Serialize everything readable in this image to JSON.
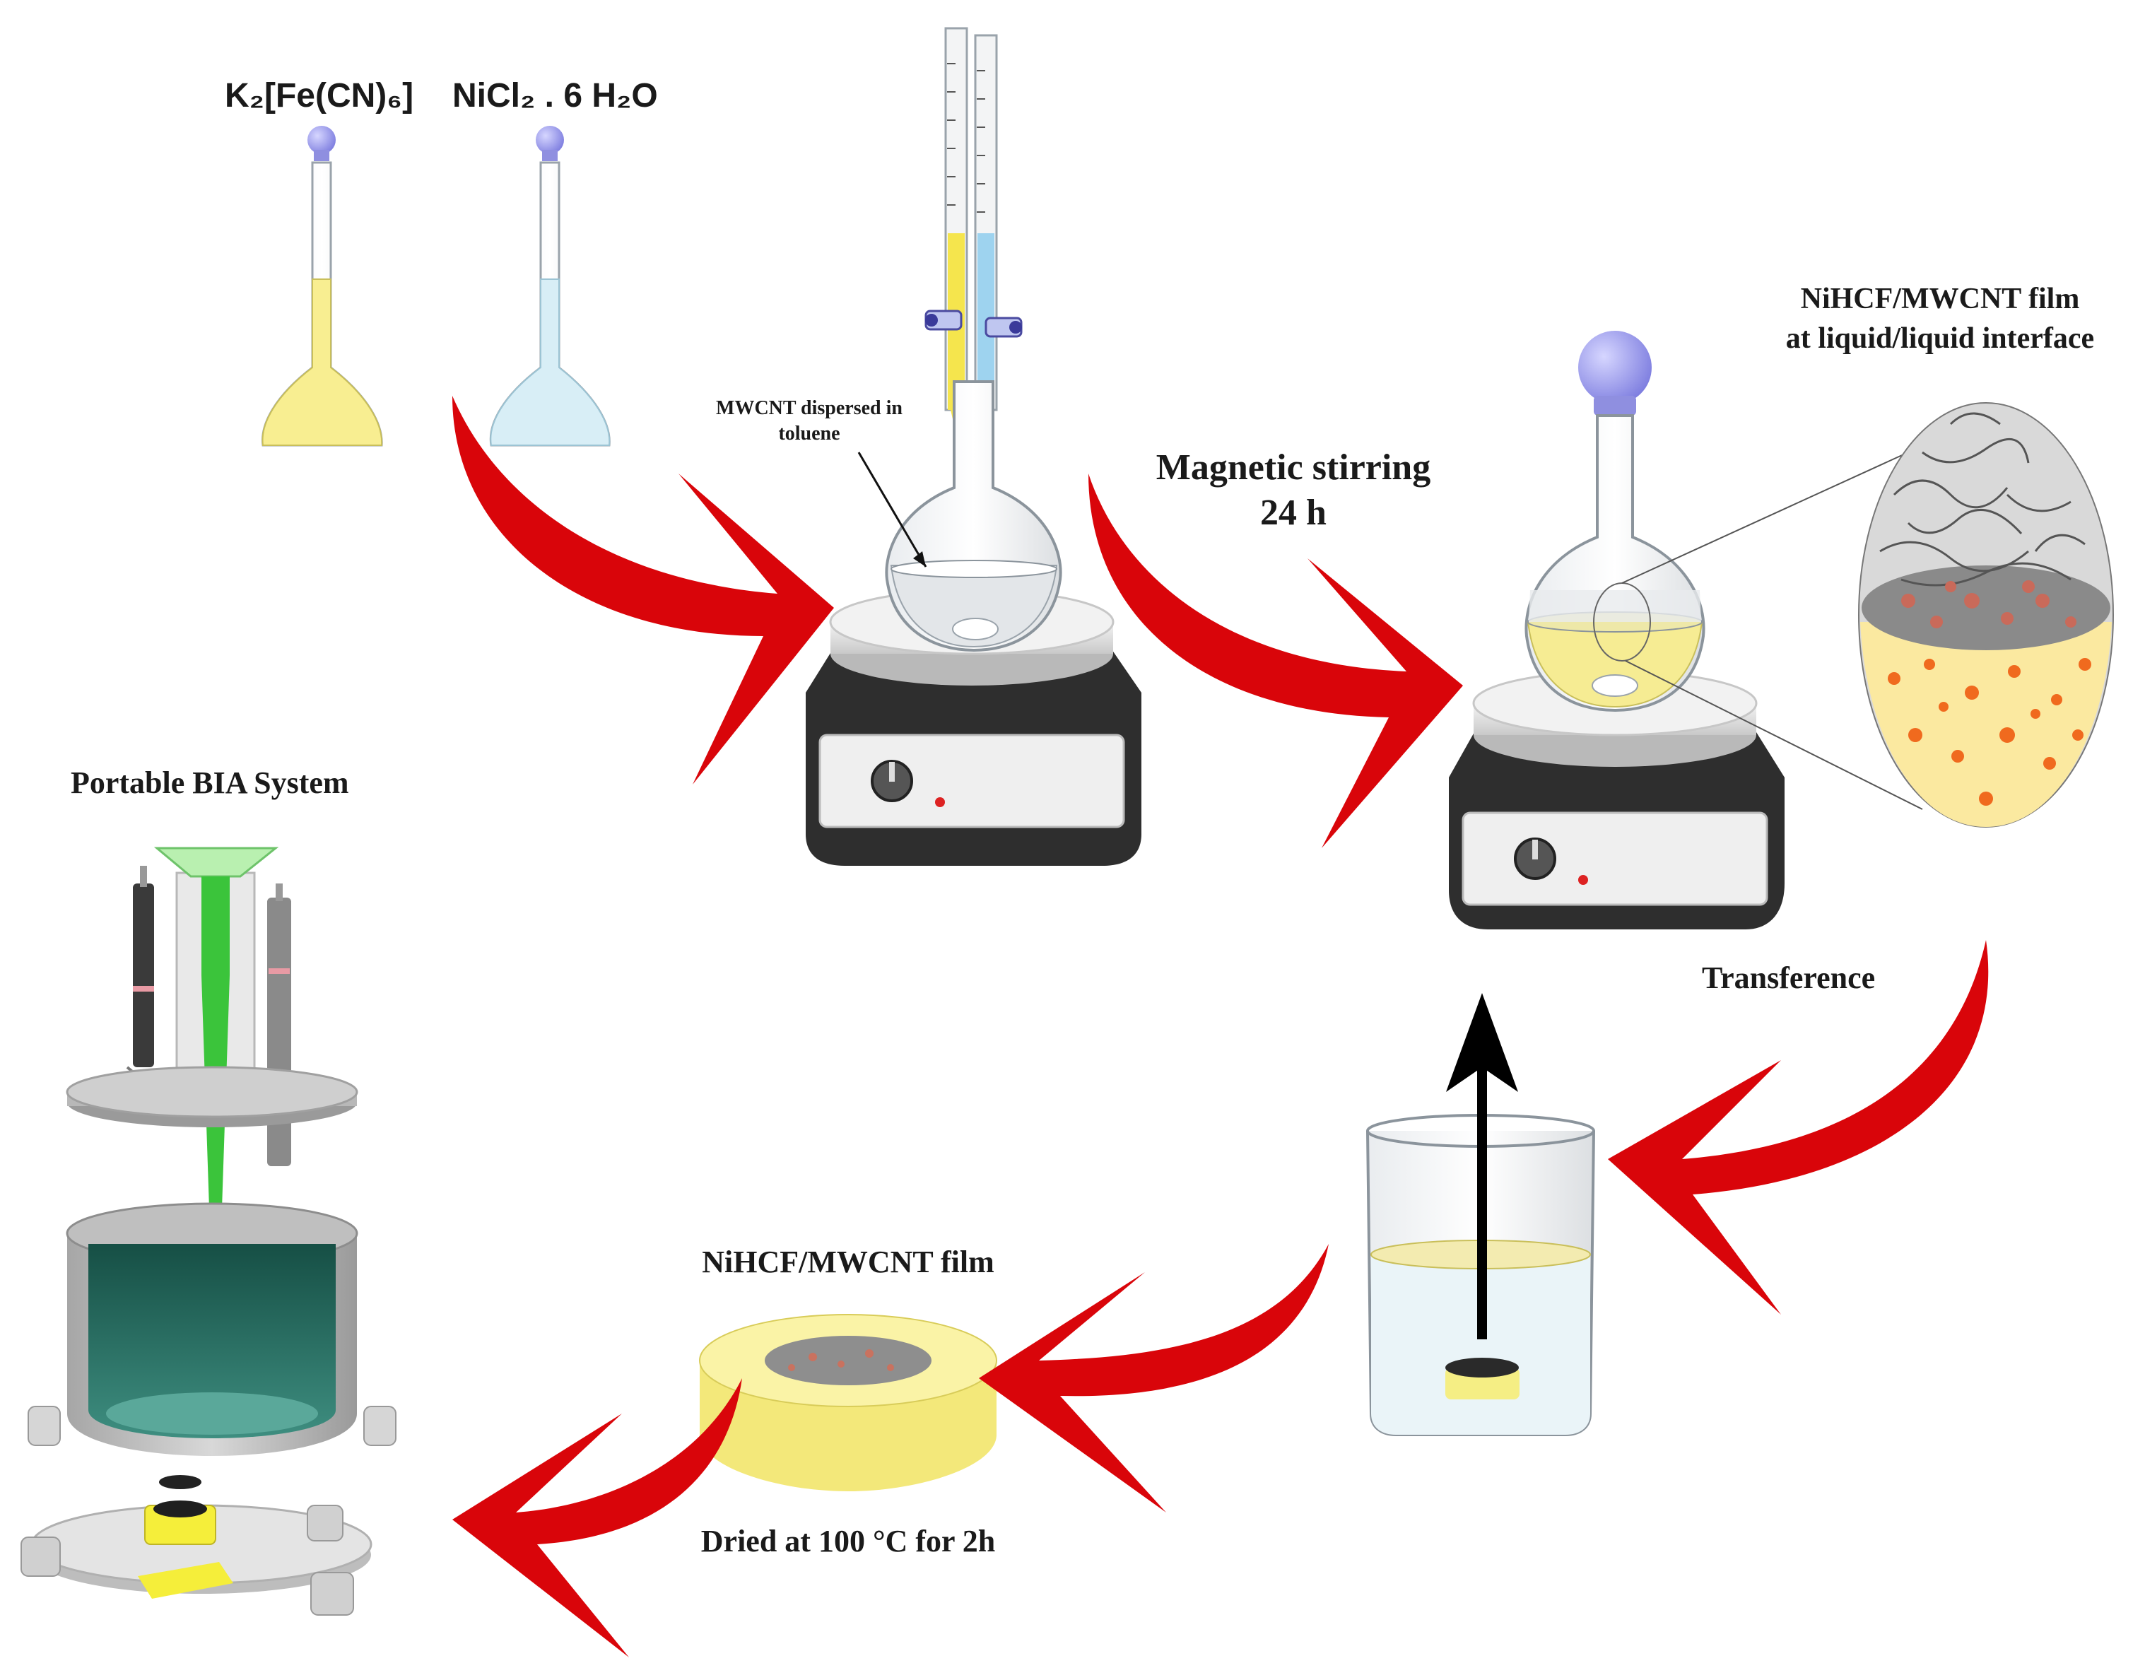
{
  "reagents": {
    "k_ferrocyanide": "K₂[Fe(CN)₆]",
    "nickel_chloride": "NiCl₂ . 6 H₂O"
  },
  "labels": {
    "mwcnt_dispersed_line1": "MWCNT dispersed in",
    "mwcnt_dispersed_line2": "toluene",
    "magnetic_stirring_line1": "Magnetic stirring",
    "magnetic_stirring_line2": "24 h",
    "interface_film_line1": "NiHCF/MWCNT film",
    "interface_film_line2": "at liquid/liquid interface",
    "transference": "Transference",
    "film": "NiHCF/MWCNT film",
    "dried": "Dried at 100 °C for 2h",
    "bia_system": "Portable BIA System"
  },
  "colors": {
    "arrow_red": "#d9050a",
    "ferrocyanide_yellow": "#f8ee91",
    "nickel_blue": "#d8eef6",
    "stopper_purple": "#9b9bea",
    "hotplate_dark": "#2e2e2e",
    "green_pipette": "#3bc43b",
    "bia_cell_green": "#1f6a5c"
  }
}
